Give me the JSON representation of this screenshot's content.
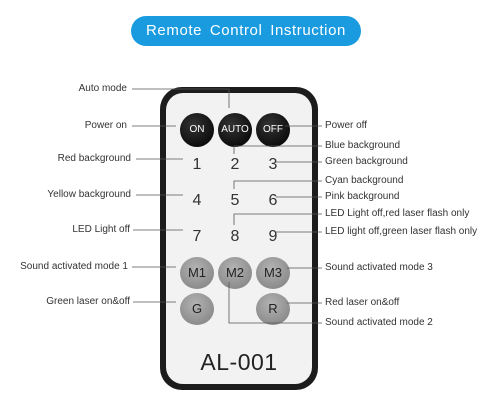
{
  "title": "Remote Control Instruction",
  "model": "AL-001",
  "buttons": {
    "on": "ON",
    "auto": "AUTO",
    "off": "OFF",
    "n1": "1",
    "n2": "2",
    "n3": "3",
    "n4": "4",
    "n5": "5",
    "n6": "6",
    "n7": "7",
    "n8": "8",
    "n9": "9",
    "m1": "M1",
    "m2": "M2",
    "m3": "M3",
    "g": "G",
    "r": "R"
  },
  "labels": {
    "auto_mode": "Auto mode",
    "power_on": "Power on",
    "power_off": "Power off",
    "blue_bg": "Blue background",
    "red_bg": "Red background",
    "green_bg": "Green background",
    "cyan_bg": "Cyan background",
    "yellow_bg": "Yellow background",
    "pink_bg": "Pink background",
    "led_off_red": "LED Light off,red laser flash only",
    "led_light_off": "LED Light off",
    "led_off_green": "LED light off,green laser flash only",
    "sound_mode1": "Sound activated mode 1",
    "sound_mode3": "Sound activated mode 3",
    "green_laser": "Green laser on&off",
    "red_laser": "Red laser on&off",
    "sound_mode2": "Sound activated mode 2"
  },
  "colors": {
    "title_bg": "#1a9be0",
    "remote_body": "#1c1c1c",
    "remote_face": "#f2f2f2"
  }
}
